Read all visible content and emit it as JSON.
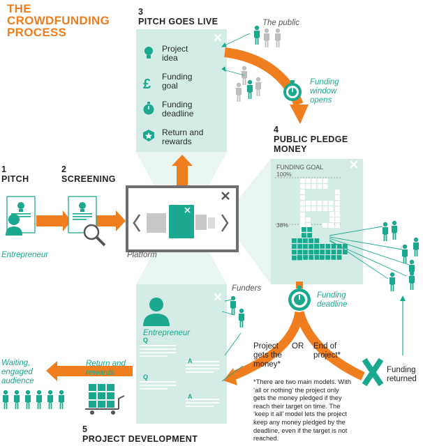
{
  "title": [
    "THE",
    "CROWDFUNDING",
    "PROCESS"
  ],
  "steps": {
    "pitch": {
      "number": "1",
      "label": "PITCH",
      "actor": "Entrepreneur"
    },
    "screening": {
      "number": "2",
      "label": "SCREENING"
    },
    "platform": {
      "label": "Platform"
    },
    "live": {
      "number": "3",
      "label": "PITCH GOES LIVE",
      "items": [
        {
          "icon": "lightbulb-icon",
          "lines": [
            "Project",
            "idea"
          ]
        },
        {
          "icon": "pound-icon",
          "lines": [
            "Funding",
            "goal"
          ]
        },
        {
          "icon": "stopwatch-icon",
          "lines": [
            "Funding",
            "deadline"
          ]
        },
        {
          "icon": "star-badge-icon",
          "lines": [
            "Return and",
            "rewards"
          ]
        }
      ]
    },
    "pledge": {
      "number": "4",
      "label": [
        "PUBLIC PLEDGE",
        "MONEY"
      ],
      "goal_label": "FUNDING GOAL",
      "full_label": "100%",
      "reached_label": "38%",
      "reached_fraction": 0.38
    },
    "development": {
      "number": "5",
      "label": "PROJECT DEVELOPMENT",
      "actor": "Entrepreneur",
      "q_marker": "Q",
      "a_marker": "A"
    }
  },
  "labels": {
    "the_public": "The public",
    "window_opens": [
      "Funding",
      "window",
      "opens"
    ],
    "funding_deadline": [
      "Funding",
      "deadline"
    ],
    "funders": "Funders",
    "project_gets_money": [
      "Project",
      "gets the",
      "money*"
    ],
    "or": "OR",
    "end_of_project": [
      "End of",
      "project*"
    ],
    "funding_returned": [
      "Funding",
      "returned"
    ],
    "return_and_rewards": [
      "Return and",
      "rewards"
    ],
    "waiting_audience": [
      "Waiting,",
      "engaged",
      "audience"
    ]
  },
  "footnote": "*There are two main models. With ‘all or nothing’ the project only gets the money pledged if they reach their target on time. The ‘keep it all’ model lets the project keep any money pledged by the deadline, even if the target is not reached.",
  "colors": {
    "orange": "#f07d1e",
    "teal": "#1aa88f",
    "panel": "#d4ece5",
    "gray": "#b9b9b9",
    "dark": "#222222"
  }
}
